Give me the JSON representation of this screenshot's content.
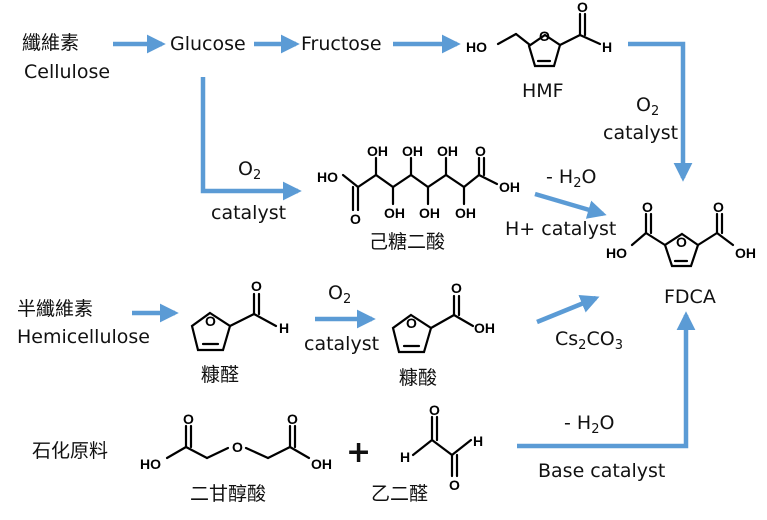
{
  "colors": {
    "arrow": "#5b9bd5",
    "text": "#111111",
    "bond": "#000000"
  },
  "labels": {
    "cellulose_cn": "纖維素",
    "cellulose_en": "Cellulose",
    "glucose": "Glucose",
    "fructose": "Fructose",
    "hmf": "HMF",
    "o2_a": "O",
    "o2_a_sub": "2",
    "catalyst_a": "catalyst",
    "o2_b": "O",
    "o2_b_sub": "2",
    "catalyst_b": "catalyst",
    "glucaric_cn": "己糖二酸",
    "minus_h2o_a_pre": "- H",
    "minus_h2o_a_sub": "2",
    "minus_h2o_a_post": "O",
    "h_catalyst": "H+ catalyst",
    "fdca": "FDCA",
    "hemicellulose_cn": "半纖維素",
    "hemicellulose_en": "Hemicellulose",
    "furfural_cn": "糠醛",
    "o2_c": "O",
    "o2_c_sub": "2",
    "catalyst_c": "catalyst",
    "furoic_cn": "糠酸",
    "cs2co3_a": "Cs",
    "cs2co3_s1": "2",
    "cs2co3_b": "CO",
    "cs2co3_s2": "3",
    "petro_cn": "石化原料",
    "plus": "+",
    "diglycolic_cn": "二甘醇酸",
    "glyoxal_cn": "乙二醛",
    "minus_h2o_b_pre": "- H",
    "minus_h2o_b_sub": "2",
    "minus_h2o_b_post": "O",
    "base_catalyst": "Base catalyst"
  },
  "atoms": {
    "ho": "HO",
    "oh": "OH",
    "h": "H",
    "o": "O"
  }
}
